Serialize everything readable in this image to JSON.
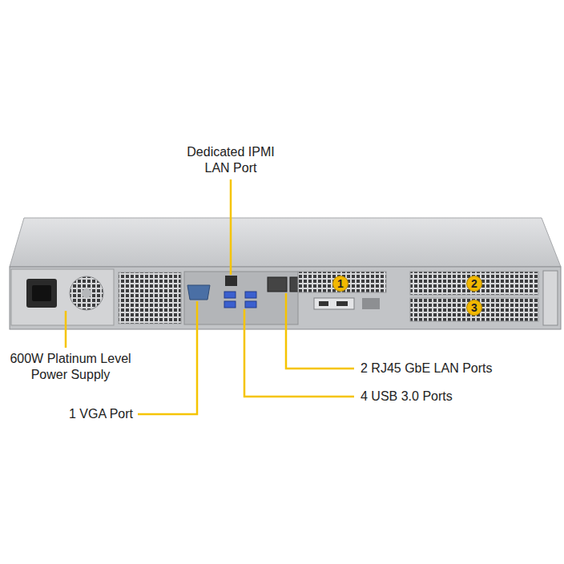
{
  "diagram": {
    "labels": [
      "Dedicated IPMI LAN Port",
      "600W Platinum Level Power Supply",
      "1 VGA Port",
      "2 RJ45 GbE LAN Ports",
      "4 USB 3.0 Ports",
      "1",
      "2",
      "3"
    ]
  }
}
